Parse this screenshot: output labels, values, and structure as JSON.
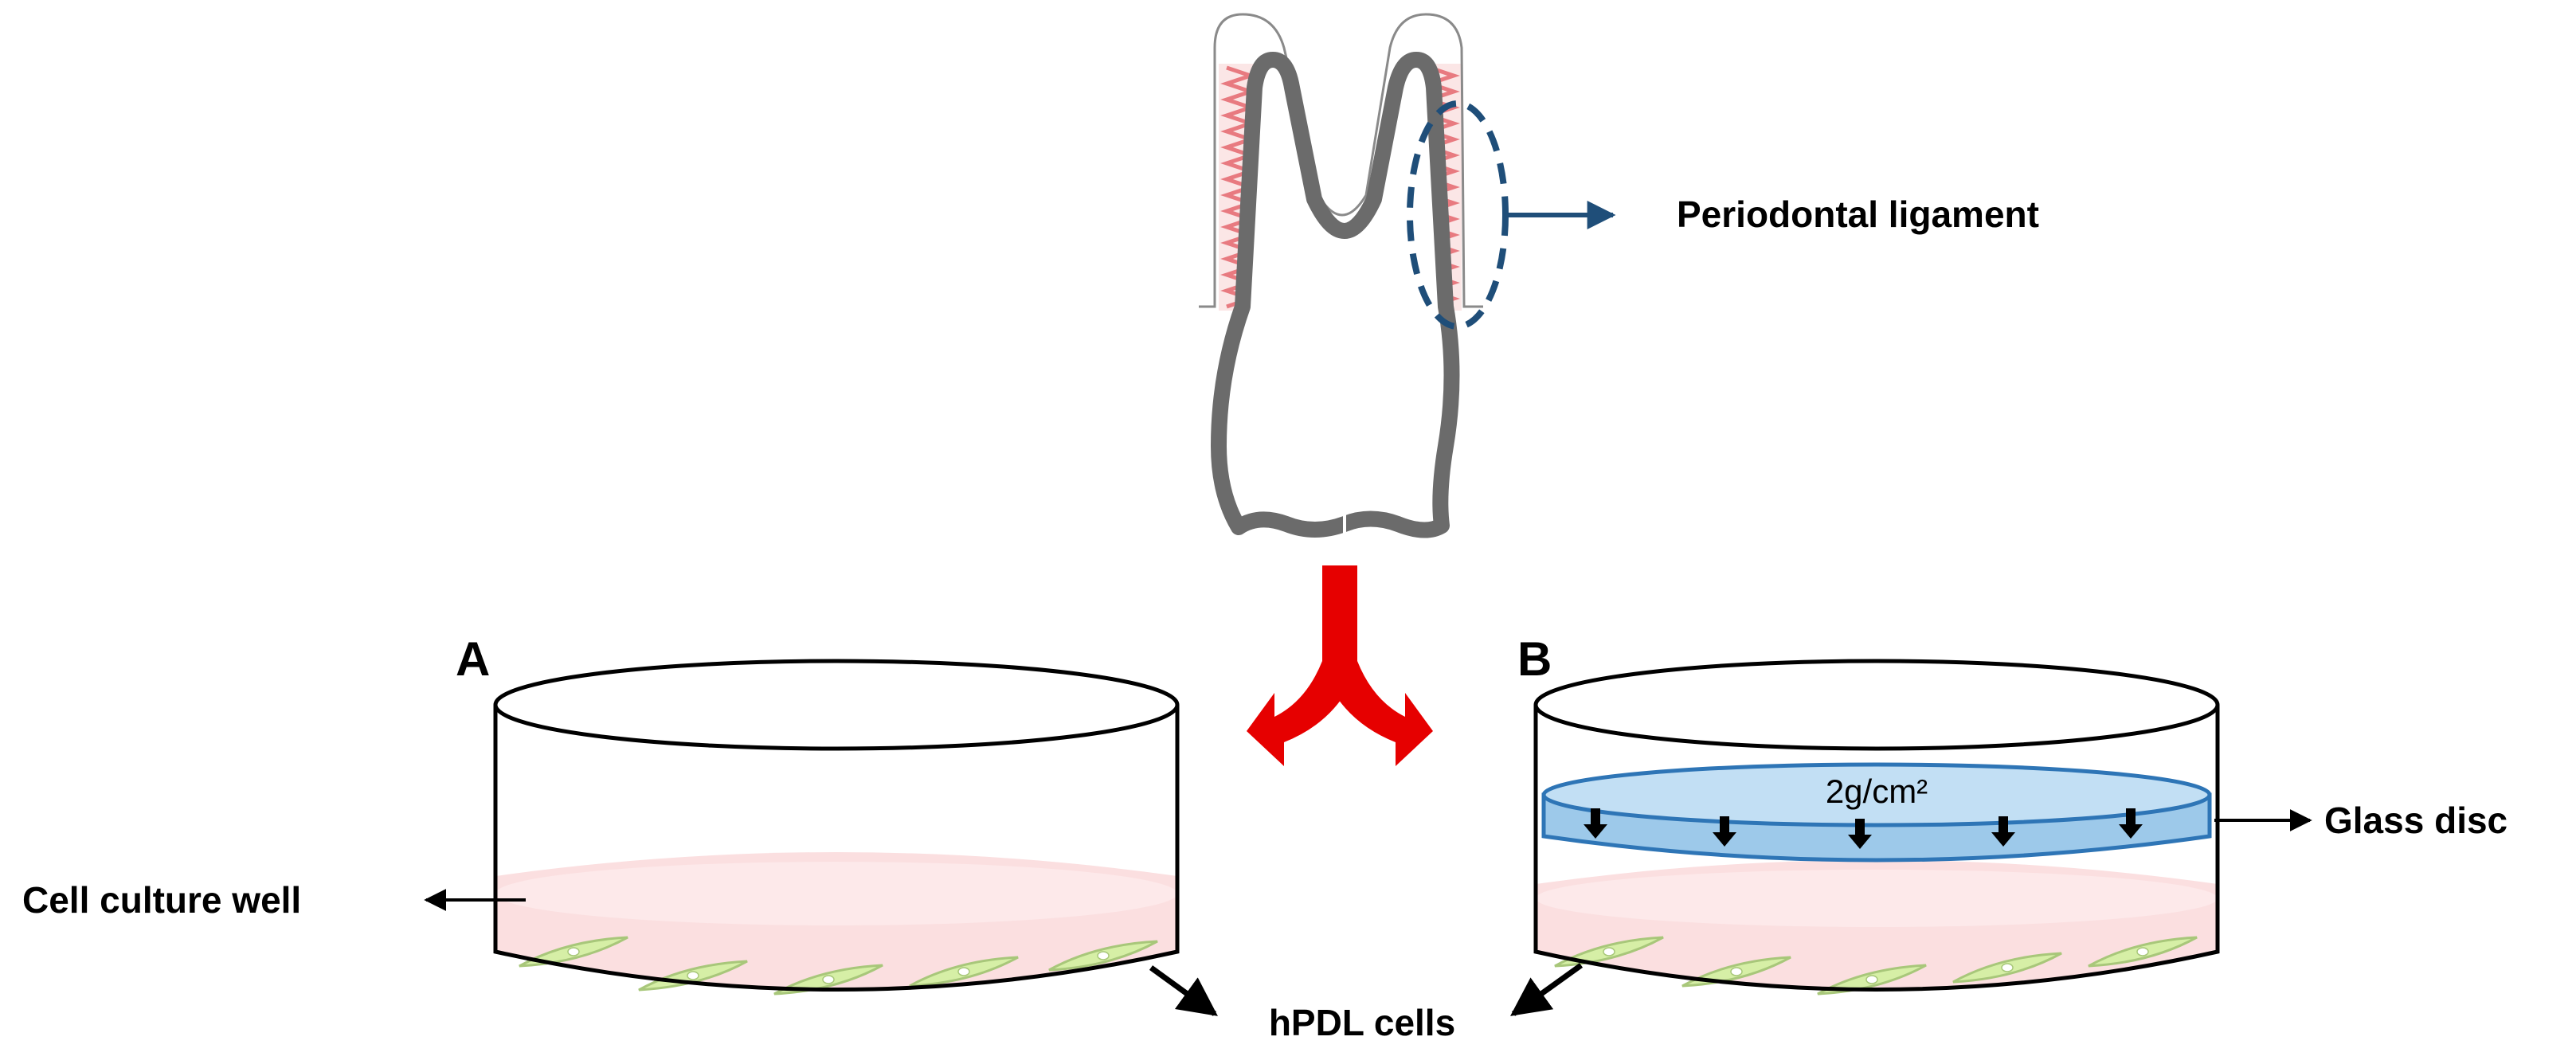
{
  "labels": {
    "periodontal_ligament": "Periodontal ligament",
    "panel_a": "A",
    "panel_b": "B",
    "cell_culture_well": "Cell culture well",
    "glass_disc": "Glass disc",
    "pressure": "2g/cm²",
    "hpdl_cells": "hPDL cells"
  },
  "colors": {
    "tooth_outline": "#6b6b6b",
    "ligament_fibers": "#e87a80",
    "ligament_bg": "#fbe6e6",
    "highlight_ellipse": "#1f4e79",
    "split_arrow": "#e60000",
    "medium": "#fbdfe0",
    "cells": "#d6efa6",
    "cell_outline": "#a8c77a",
    "glass_disc": "#9dc9ea",
    "glass_disc_outline": "#2e75b6"
  }
}
